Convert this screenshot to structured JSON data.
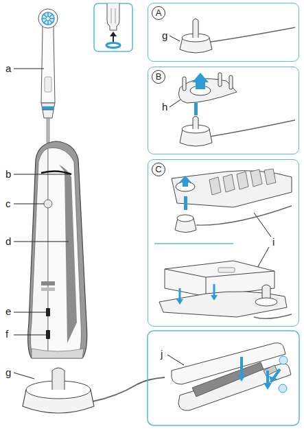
{
  "diagram": {
    "nodes": [
      {
        "text": [
          "A"
        ]
      },
      {
        "text": [
          "B"
        ]
      },
      {
        "text": [
          "C"
        ]
      }
    ],
    "labels": [
      "a",
      "b",
      "c",
      "d",
      "e",
      "f",
      "g",
      "g",
      "h",
      "i",
      "j"
    ]
  }
}
